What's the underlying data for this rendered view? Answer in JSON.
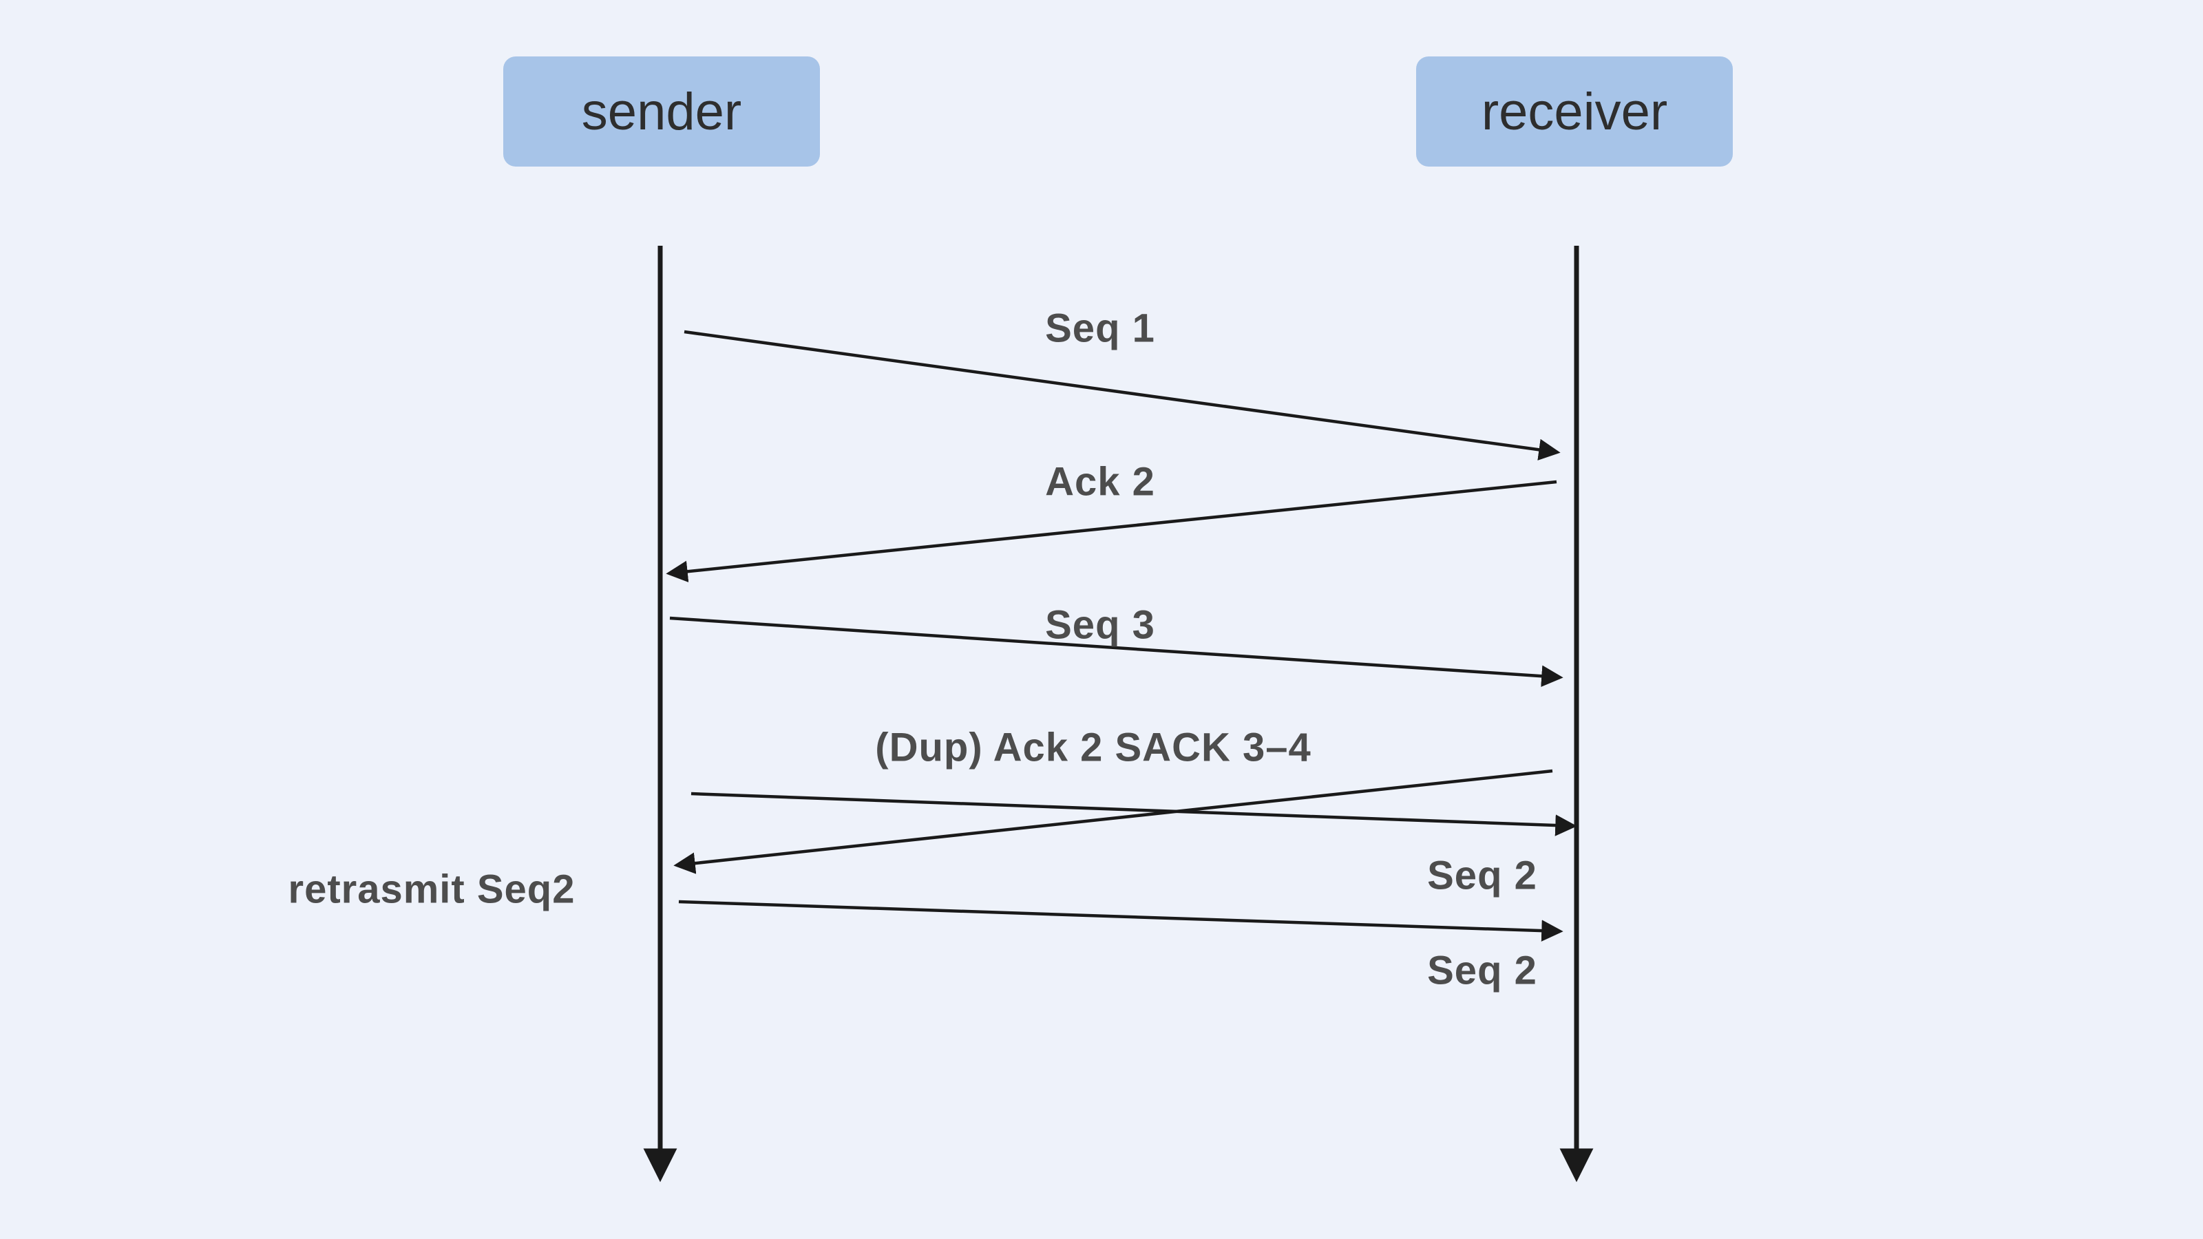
{
  "diagram": {
    "actors": {
      "sender": "sender",
      "receiver": "receiver"
    },
    "messages": {
      "seq1": "Seq 1",
      "ack2": "Ack 2",
      "seq3": "Seq 3",
      "dup_ack_sack": "(Dup) Ack 2 SACK 3–4",
      "seq2_first": "Seq 2",
      "seq2_second": "Seq 2",
      "retransmit_note": "retrasmit Seq2"
    },
    "colors": {
      "background": "#eef2fa",
      "actor_box": "#a7c4e8",
      "line": "#1a1a1a",
      "label_text": "#4d4d4d"
    }
  }
}
